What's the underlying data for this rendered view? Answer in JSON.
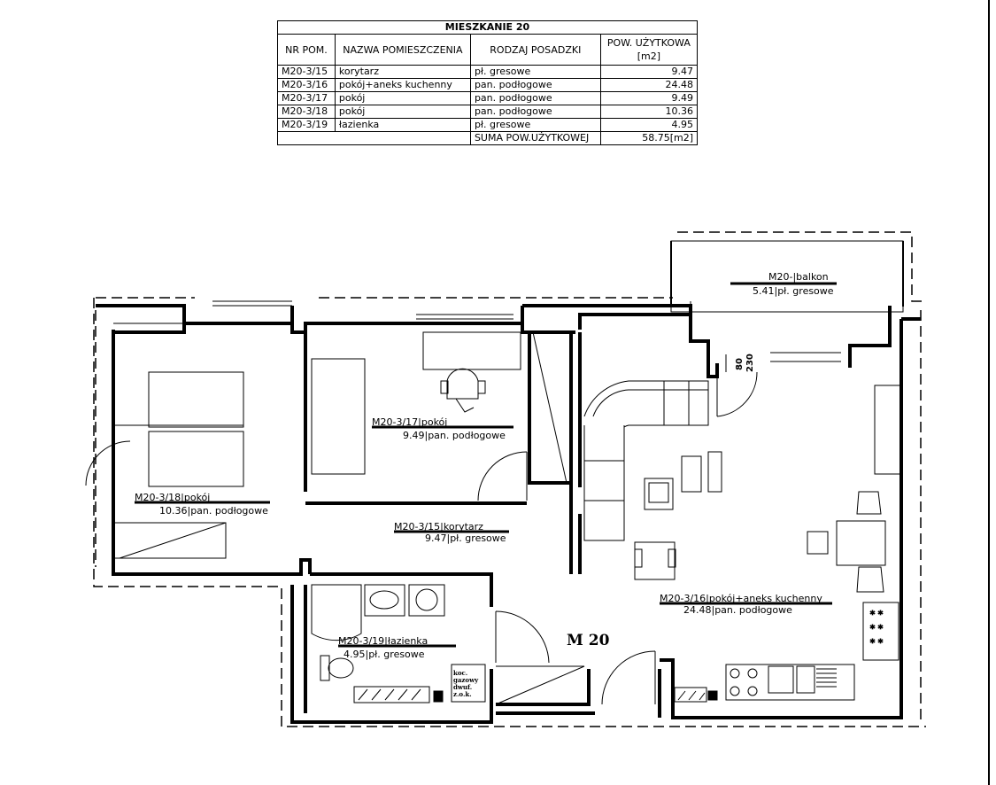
{
  "table": {
    "title": "MIESZKANIE 20",
    "headers": [
      "NR POM.",
      "NAZWA POMIESZCZENIA",
      "RODZAJ POSADZKI",
      "POW. UŻYTKOWA\n[m2]"
    ],
    "header_pow_line1": "POW. UŻYTKOWA",
    "header_pow_line2": "[m2]",
    "rows": [
      {
        "nr": "M20-3/15",
        "name": "korytarz",
        "floor": "pł. gresowe",
        "area": "9.47"
      },
      {
        "nr": "M20-3/16",
        "name": "pokój+aneks kuchenny",
        "floor": "pan. podłogowe",
        "area": "24.48"
      },
      {
        "nr": "M20-3/17",
        "name": "pokój",
        "floor": "pan. podłogowe",
        "area": "9.49"
      },
      {
        "nr": "M20-3/18",
        "name": "pokój",
        "floor": "pan. podłogowe",
        "area": "10.36"
      },
      {
        "nr": "M20-3/19",
        "name": "łazienka",
        "floor": "pł. gresowe",
        "area": "4.95"
      }
    ],
    "sum_label": "SUMA POW.UŻYTKOWEJ",
    "sum_value": "58.75[m2]"
  },
  "plan": {
    "apartment_label": "M 20",
    "balcony": {
      "top": "M20-|balkon",
      "bottom": "5.41|pł. gresowe"
    },
    "room17": {
      "top": "M20-3/17|pokój",
      "bottom": "9.49|pan. podłogowe"
    },
    "room18": {
      "top": "M20-3/18|pokój",
      "bottom": "10.36|pan. podłogowe"
    },
    "room15": {
      "top": "M20-3/15|korytarz",
      "bottom": "9.47|pł. gresowe"
    },
    "room16": {
      "top": "M20-3/16|pokój+aneks kuchenny",
      "bottom": "24.48|pan. podłogowe"
    },
    "room19": {
      "top": "M20-3/19|łazienka",
      "bottom": "4.95|pł. gresowe"
    },
    "door_dim_1": "80",
    "door_dim_2": "230",
    "boiler_label": [
      "koc.",
      "gazowy",
      "dwuf.",
      "z.o.k."
    ]
  }
}
